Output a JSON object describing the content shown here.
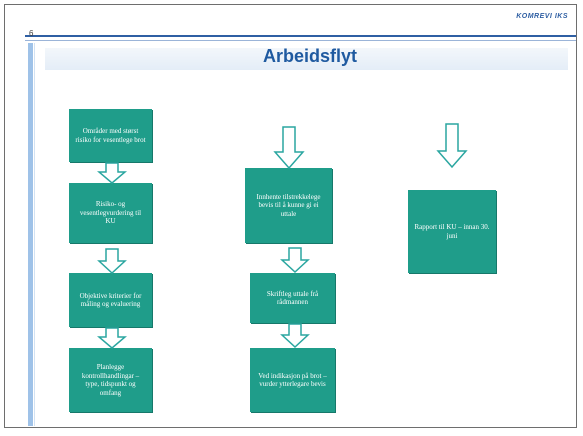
{
  "slide": {
    "page_number": "6",
    "brand": "KOMREVI IKS",
    "title": "Arbeidsflyt"
  },
  "columns": [
    {
      "boxes": [
        "Områder med størst risiko for vesentlege brot",
        "Risiko- og vesentlegvurdering til KU",
        "Objektive kriterier for måling og evaluering",
        "Planlegge kontrollhandlingar – type, tidspunkt og omfang"
      ]
    },
    {
      "boxes": [
        "Innhente tilstrekkelege bevis til å kunne gi ei uttale",
        "Skriftleg uttale frå rådmannen",
        "Ved indikasjon på brot – vurder ytterlegare bevis"
      ]
    },
    {
      "boxes": [
        "Rapport til KU – innan 30. juni"
      ]
    }
  ],
  "colors": {
    "box_fill": "#1f9d8a",
    "arrow_outline": "#2aa6a0",
    "title": "#1f5aa0"
  }
}
